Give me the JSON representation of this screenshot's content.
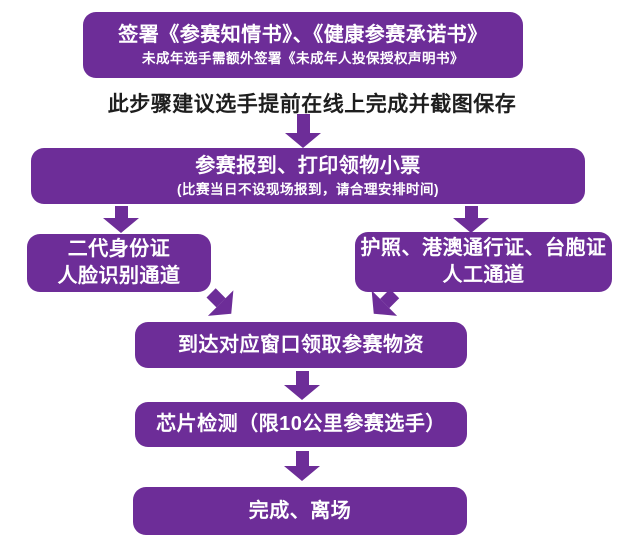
{
  "colors": {
    "node_fill": "#6D2D98",
    "node_text": "#FFFFFF",
    "note_text": "#1E1E1E",
    "background": "#FFFFFF"
  },
  "flowchart": {
    "sign": {
      "title": "签署《参赛知情书》、《健康参赛承诺书》",
      "subtitle": "未成年选手需额外签署《未成年人投保授权声明书》"
    },
    "note": "此步骤建议选手提前在线上完成并截图保存",
    "checkin": {
      "title": "参赛报到、打印领物小票",
      "subtitle": "(比赛当日不设现场报到，请合理安排时间)"
    },
    "id_channel": {
      "line1": "二代身份证",
      "line2": "人脸识别通道"
    },
    "manual_channel": {
      "line1": "护照、港澳通行证、台胞证",
      "line2": "人工通道"
    },
    "pickup": {
      "title": "到达对应窗口领取参赛物资"
    },
    "chip_check": {
      "title": "芯片检测（限10公里参赛选手）"
    },
    "finish": {
      "title": "完成、离场"
    }
  }
}
